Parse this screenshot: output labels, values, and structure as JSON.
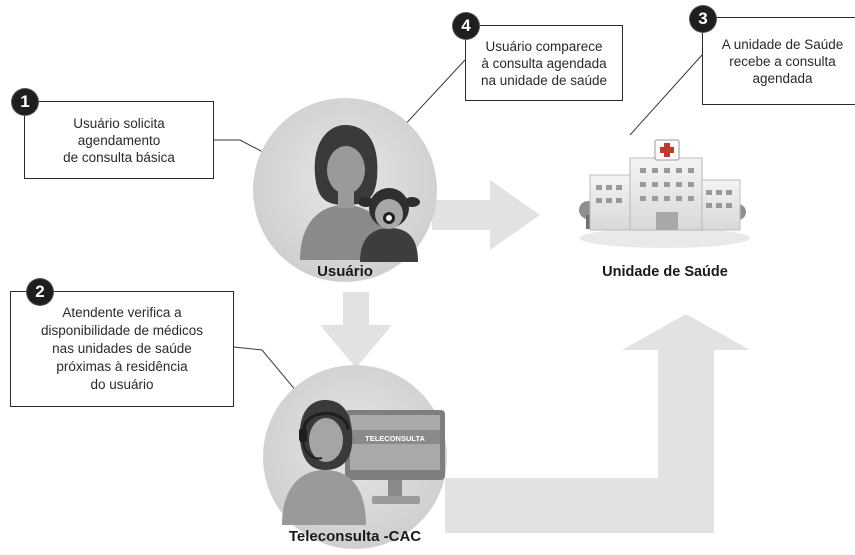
{
  "steps": [
    {
      "number": "1",
      "text": "Usuário solicita\nagendamento\nde consulta básica"
    },
    {
      "number": "2",
      "text": "Atendente verifica a\ndisponibilidade de médicos\nnas unidades de saúde\npróximas à residência\ndo usuário"
    },
    {
      "number": "3",
      "text": "A unidade de Saúde\nrecebe a consulta\nagendada"
    },
    {
      "number": "4",
      "text": "Usuário comparece\nà consulta  agendada\nna unidade de saúde"
    }
  ],
  "nodes": {
    "usuario": "Usuário",
    "unidade": "Unidade de Saúde",
    "teleconsulta": "Teleconsulta -CAC"
  },
  "screen_text": "TELECONSULTA",
  "colors": {
    "flow_arrow": "#e2e2e2",
    "node_circle": "#dcdcdc",
    "badge": "#1e1e1e",
    "border": "#2b2b2b",
    "hospital_cross": "#c0392b"
  },
  "icons": {
    "usuario": "mother-child-icon",
    "unidade": "hospital-building-icon",
    "teleconsulta": "call-center-attendant-icon"
  }
}
